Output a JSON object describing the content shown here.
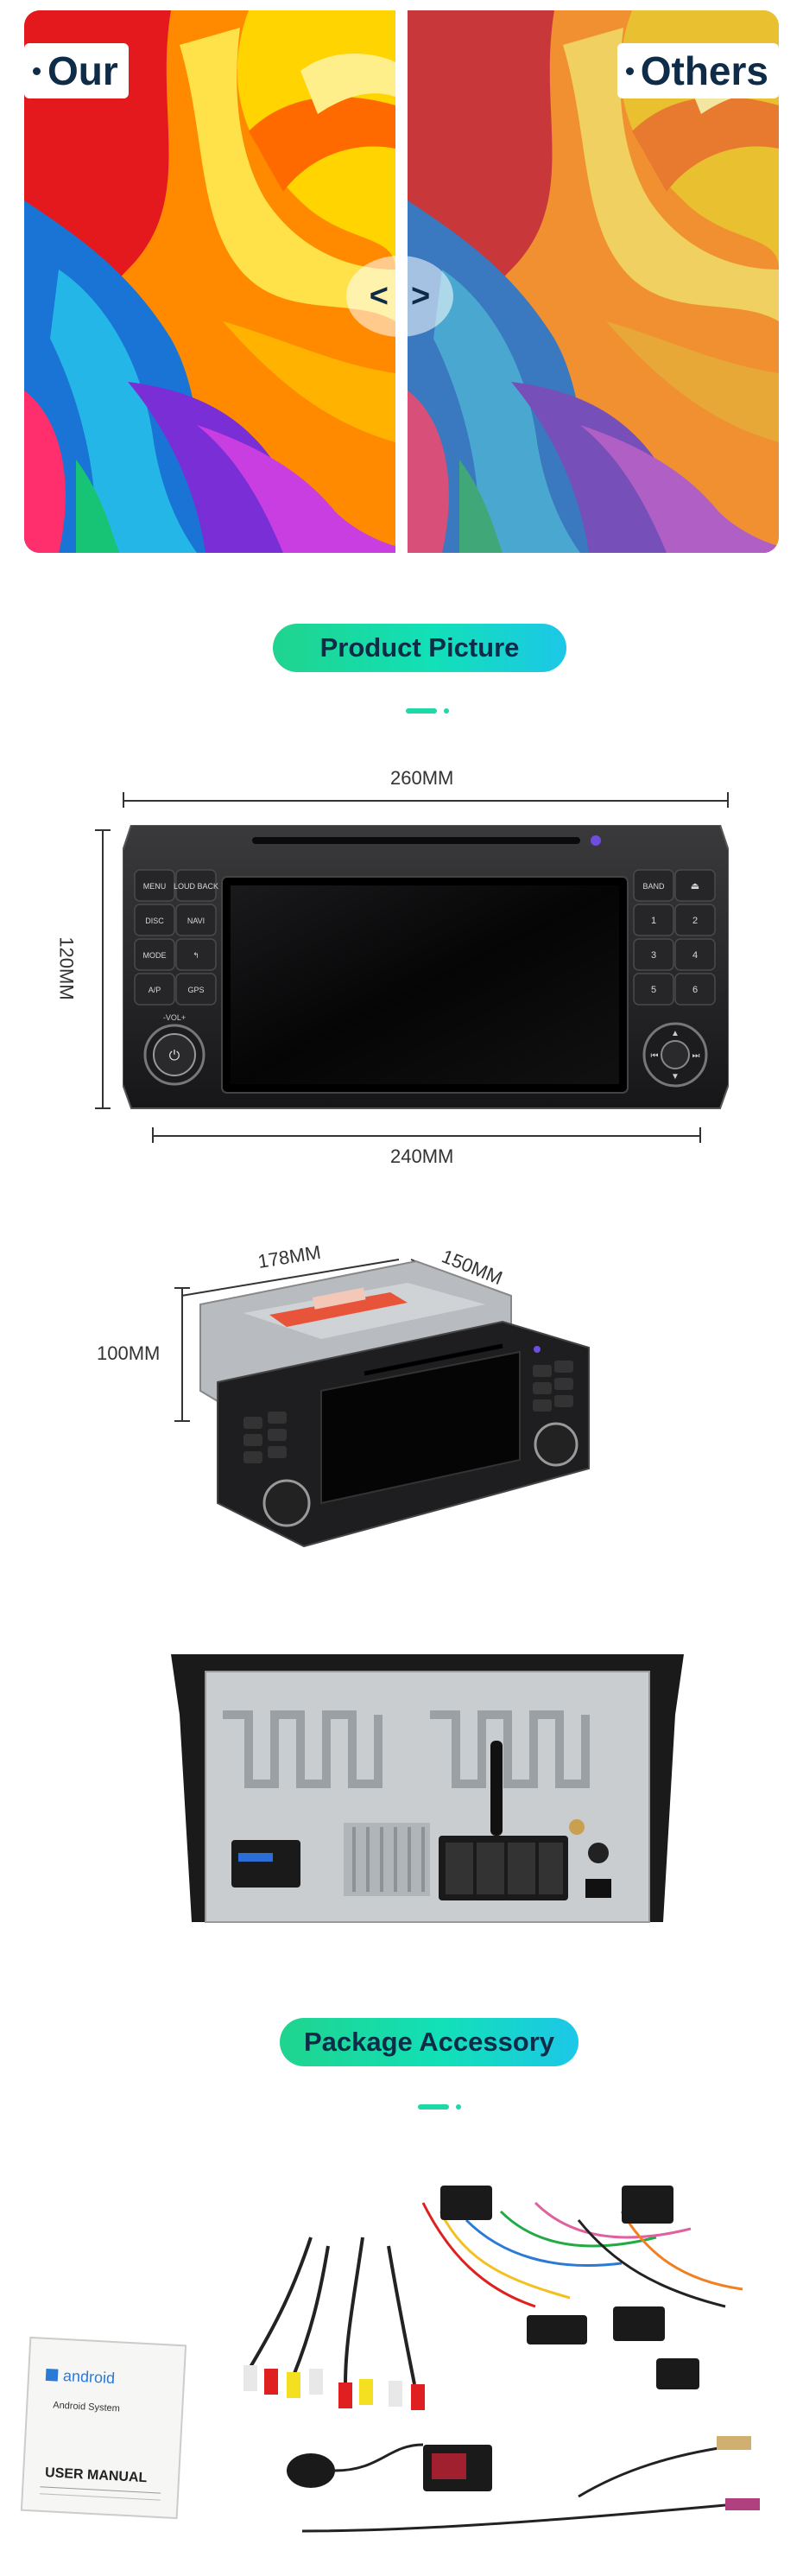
{
  "compare": {
    "left_label": "Our",
    "right_label": "Others",
    "prev_glyph": "<",
    "next_glyph": ">"
  },
  "sections": {
    "product_picture": "Product Picture",
    "package_accessory": "Package Accessory"
  },
  "front_view": {
    "width_top": "260MM",
    "height_side": "120MM",
    "width_bottom": "240MM",
    "buttons_left": [
      "MENU",
      "LOUD BACK",
      "DISC",
      "NAVI",
      "MODE",
      "A/P",
      "GPS"
    ],
    "buttons_right": [
      "BAND",
      "1",
      "2",
      "3",
      "4",
      "5",
      "6"
    ],
    "vol_label": "-VOL+"
  },
  "angle_view": {
    "depth": "178MM",
    "width": "150MM",
    "height": "100MM"
  },
  "manual": {
    "brand": "android",
    "subtitle": "Android System",
    "title": "USER MANUAL"
  },
  "colors": {
    "accent_pill_start": "#1fd48e",
    "accent_pill_end": "#1cc7e8",
    "label_text": "#0e2b47"
  }
}
